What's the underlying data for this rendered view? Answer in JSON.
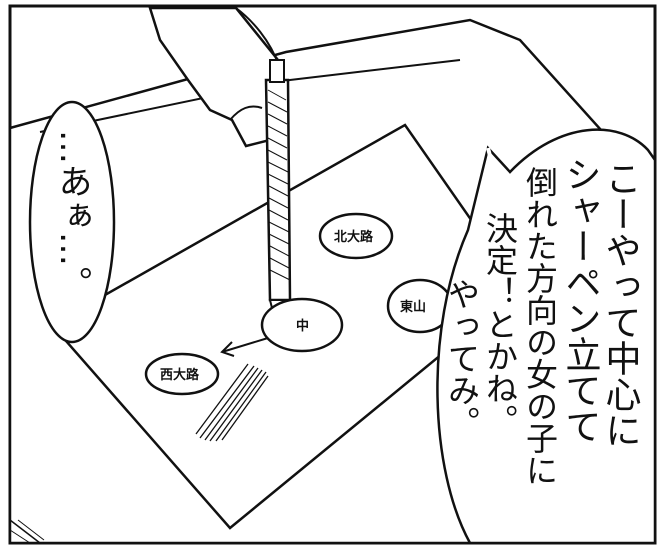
{
  "speech_right": {
    "col1": "こーやって中心に",
    "col2": "シャーペン立てて",
    "col3": "倒れた方向の女の子に",
    "col4": "決定！とかね。",
    "col5": "やってみ。"
  },
  "speech_left": {
    "text": "…あぁ…。"
  },
  "map_labels": {
    "north": "北大路",
    "east": "東山",
    "west": "西大路",
    "center": "中"
  }
}
